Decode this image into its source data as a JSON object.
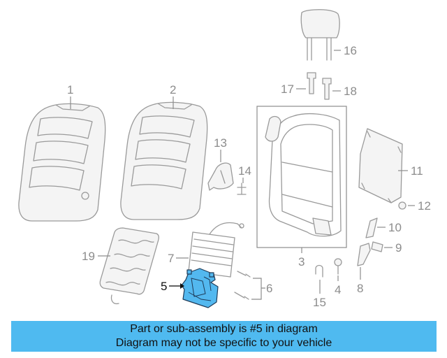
{
  "diagram": {
    "highlight_color": "#53b8ef",
    "callouts": {
      "c1": "1",
      "c2": "2",
      "c3": "3",
      "c4": "4",
      "c5": "5",
      "c6": "6",
      "c7": "7",
      "c8": "8",
      "c9": "9",
      "c10": "10",
      "c11": "11",
      "c12": "12",
      "c13": "13",
      "c14": "14",
      "c15": "15",
      "c16": "16",
      "c17": "17",
      "c18": "18",
      "c19": "19"
    },
    "highlighted_part": "5"
  },
  "notice": {
    "line1": "Part or sub-assembly is #5 in diagram",
    "line2": "Diagram may not be specific to your vehicle",
    "background": "#4fbaf0"
  }
}
